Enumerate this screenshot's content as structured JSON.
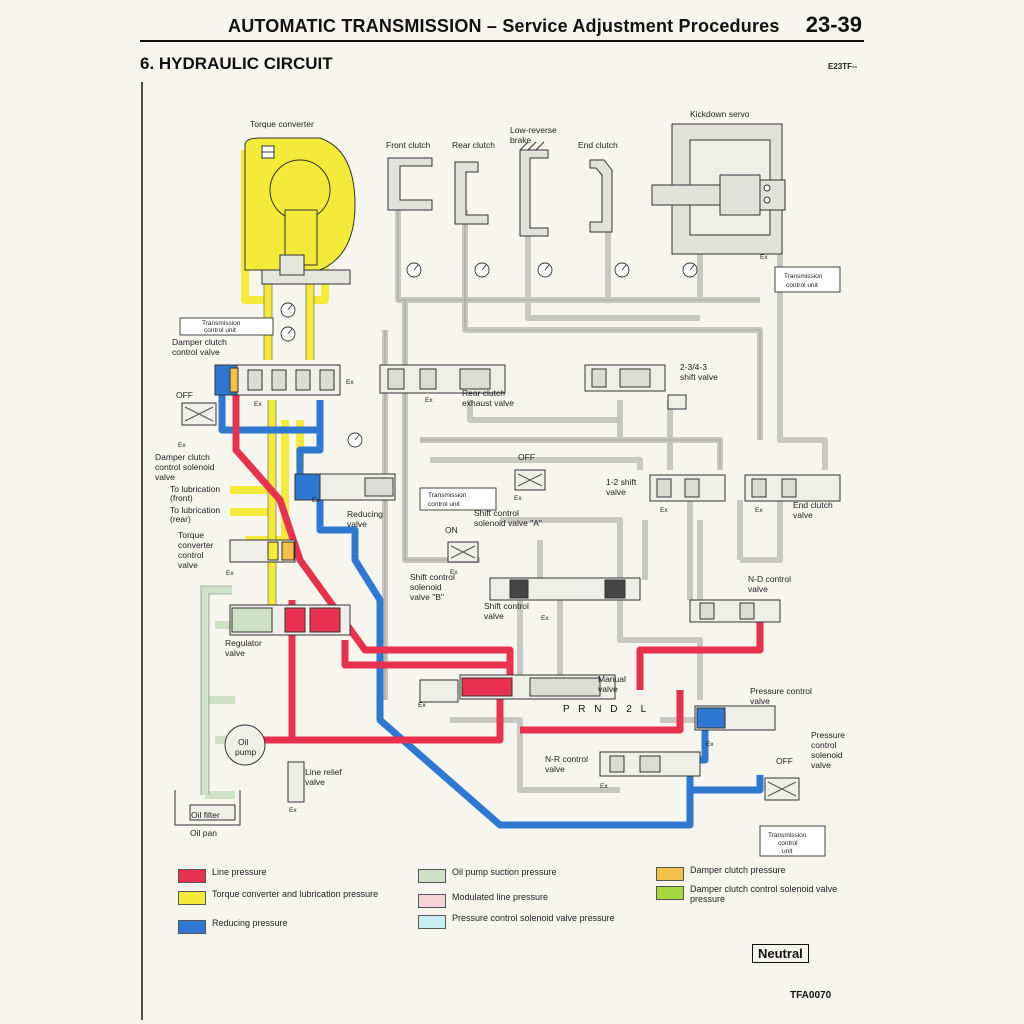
{
  "header": {
    "title": "AUTOMATIC TRANSMISSION – Service Adjustment Procedures",
    "page_number": "23-39"
  },
  "section_title": "6. HYDRAULIC CIRCUIT",
  "section_code": "E23TF--",
  "colors": {
    "line_pressure": "#e8304f",
    "torque_converter": "#f4ea3a",
    "reducing": "#2f78d2",
    "oil_pump_suction": "#cfe2c8",
    "modulated_line": "#f6d1d8",
    "pressure_control_solenoid": "#c9eef4",
    "damper_clutch": "#f3c04a",
    "damper_clutch_solenoid": "#a5d83c",
    "unpressurized": "#dcdcd6",
    "outline": "#333333"
  },
  "labels": {
    "torque_converter": "Torque converter",
    "front_clutch": "Front clutch",
    "rear_clutch": "Rear clutch",
    "low_reverse_1": "Low-reverse",
    "low_reverse_2": "brake",
    "end_clutch": "End clutch",
    "kickdown_servo": "Kickdown servo",
    "tcu_top_right_1": "Transmission",
    "tcu_top_right_2": "control unit",
    "tcu_left_1": "Transmission",
    "tcu_left_2": "control unit",
    "damper_valve_1": "Damper clutch",
    "damper_valve_2": "control valve",
    "off_left": "OFF",
    "damper_solenoid_1": "Damper clutch",
    "damper_solenoid_2": "control solenoid",
    "damper_solenoid_3": "valve",
    "to_lub_front_1": "To lubrication",
    "to_lub_front_2": "(front)",
    "to_lub_rear_1": "To lubrication",
    "to_lub_rear_2": "(rear)",
    "tc_control_1": "Torque",
    "tc_control_2": "converter",
    "tc_control_3": "control",
    "tc_control_4": "valve",
    "regulator_1": "Regulator",
    "regulator_2": "valve",
    "oil_pump_1": "Oil",
    "oil_pump_2": "pump",
    "line_relief_1": "Line relief",
    "line_relief_2": "valve",
    "oil_filter": "Oil filter",
    "oil_pan": "Oil pan",
    "reducing_valve_1": "Reducing",
    "reducing_valve_2": "valve",
    "rear_exhaust_1": "Rear clutch",
    "rear_exhaust_2": "exhaust valve",
    "shift_234_1": "2-3/4-3",
    "shift_234_2": "shift valve",
    "off_a": "OFF",
    "tcu_mid_1": "Transmission",
    "tcu_mid_2": "control unit",
    "solenoid_a_1": "Shift control",
    "solenoid_a_2": "solenoid valve \"A\"",
    "on_b": "ON",
    "solenoid_b_1": "Shift control",
    "solenoid_b_2": "solenoid",
    "solenoid_b_3": "valve \"B\"",
    "shift_control_1": "Shift control",
    "shift_control_2": "valve",
    "shift_12_1": "1-2 shift",
    "shift_12_2": "valve",
    "end_clutch_valve_1": "End clutch",
    "end_clutch_valve_2": "valve",
    "nd_control_1": "N-D control",
    "nd_control_2": "valve",
    "manual_1": "Manual",
    "manual_2": "valve",
    "prnd": "P R N D 2 L",
    "pcv_1": "Pressure control",
    "pcv_2": "valve",
    "nr_control_1": "N-R control",
    "nr_control_2": "valve",
    "pcs_1": "Pressure",
    "pcs_2": "control",
    "pcs_3": "solenoid",
    "pcs_4": "valve",
    "off_pcs": "OFF",
    "tcu_bottom_1": "Transmission",
    "tcu_bottom_2": "control",
    "tcu_bottom_3": "unit",
    "ex": "Ex"
  },
  "legend": [
    {
      "label": "Line pressure",
      "color": "#e8304f"
    },
    {
      "label": "Torque converter and lubrication pressure",
      "color": "#f4ea3a"
    },
    {
      "label": "Reducing pressure",
      "color": "#2f78d2"
    },
    {
      "label": "Oil pump suction pressure",
      "color": "#cfe2c8"
    },
    {
      "label": "Modulated line pressure",
      "color": "#f6d1d8"
    },
    {
      "label": "Pressure control solenoid valve pressure",
      "color": "#c9eef4"
    },
    {
      "label": "Damper clutch pressure",
      "color": "#f3c04a"
    },
    {
      "label": "Damper clutch control solenoid valve pressure",
      "color": "#a5d83c"
    }
  ],
  "mode_badge": "Neutral",
  "figure_code": "TFA0070"
}
